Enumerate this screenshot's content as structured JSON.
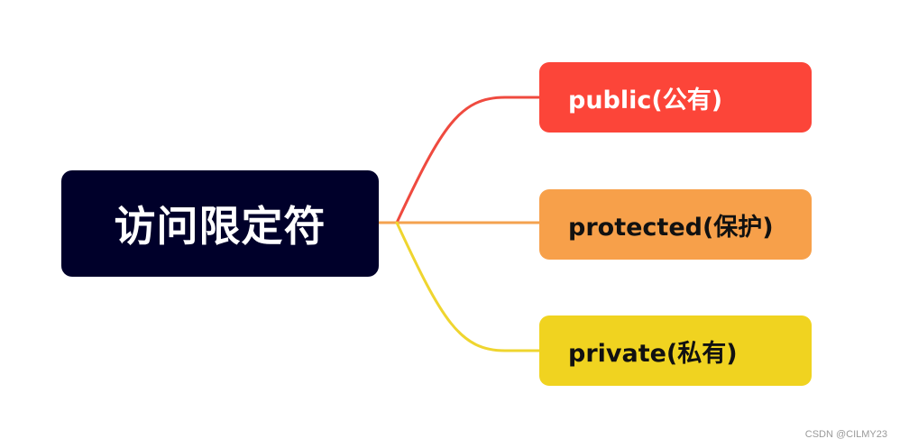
{
  "root": {
    "label": "访问限定符",
    "bg_color": "#00002a",
    "text_color": "#ffffff"
  },
  "branches": [
    {
      "label": "public(公有)",
      "bg_color": "#fc4539",
      "text_color": "#ffffff",
      "line_color": "#ef4a3f"
    },
    {
      "label": "protected(保护)",
      "bg_color": "#f7a04a",
      "text_color": "#111111",
      "line_color": "#f4a24f"
    },
    {
      "label": "private(私有)",
      "bg_color": "#f0d320",
      "text_color": "#111111",
      "line_color": "#efd52f"
    }
  ],
  "watermark": "CSDN @CILMY23"
}
